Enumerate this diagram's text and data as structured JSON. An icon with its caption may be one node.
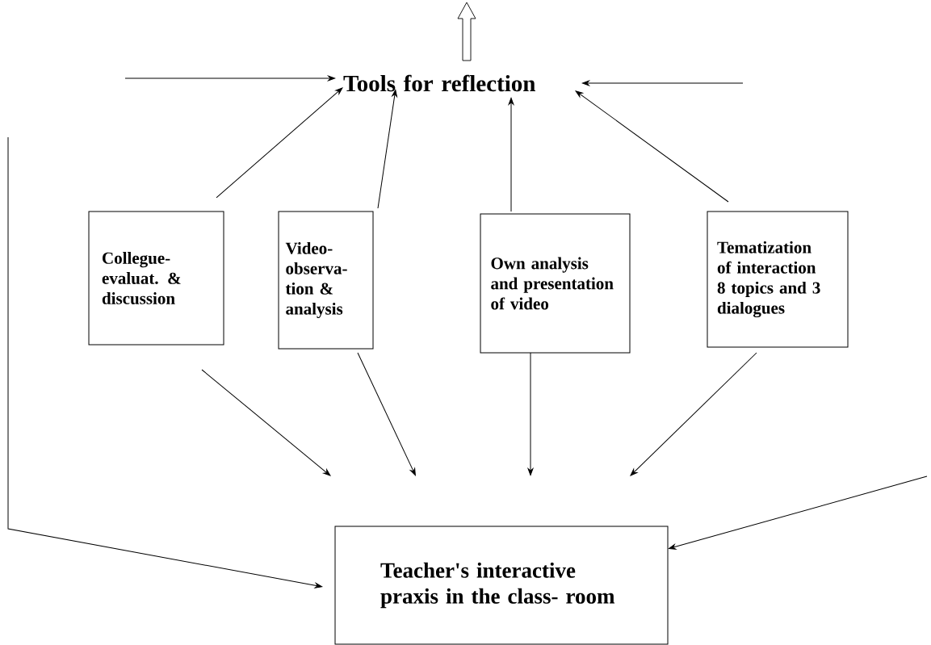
{
  "diagram": {
    "nodes": [
      {
        "text": [
          "Tools for reflection"
        ]
      },
      {
        "text": [
          "Collegue- evaluat. & discussion"
        ]
      },
      {
        "text": [
          "Video- observa- tion & analysis"
        ]
      },
      {
        "text": [
          "Own analysis and presentation of video"
        ]
      },
      {
        "text": [
          "Tematization of interaction 8 topics and  3 dialogues"
        ]
      },
      {
        "text": [
          "Teacher's interactive praxis in the class- room"
        ]
      }
    ],
    "edges": [
      {
        "from": null,
        "to": 0,
        "arrow": "to"
      },
      {
        "from": null,
        "to": 0,
        "arrow": "to"
      },
      {
        "from": 0,
        "to": null,
        "arrow": "to",
        "style": "thick"
      },
      {
        "from": 1,
        "to": 0,
        "arrow": "to"
      },
      {
        "from": 2,
        "to": 0,
        "arrow": "to"
      },
      {
        "from": 3,
        "to": 0,
        "arrow": "to"
      },
      {
        "from": 4,
        "to": 0,
        "arrow": "to"
      },
      {
        "from": 1,
        "to": 5,
        "arrow": "to"
      },
      {
        "from": 2,
        "to": 5,
        "arrow": "to"
      },
      {
        "from": 3,
        "to": 5,
        "arrow": "to"
      },
      {
        "from": 4,
        "to": 5,
        "arrow": "to"
      },
      {
        "from": null,
        "to": 5,
        "arrow": "to"
      },
      {
        "from": null,
        "to": 5,
        "arrow": "to"
      }
    ]
  }
}
